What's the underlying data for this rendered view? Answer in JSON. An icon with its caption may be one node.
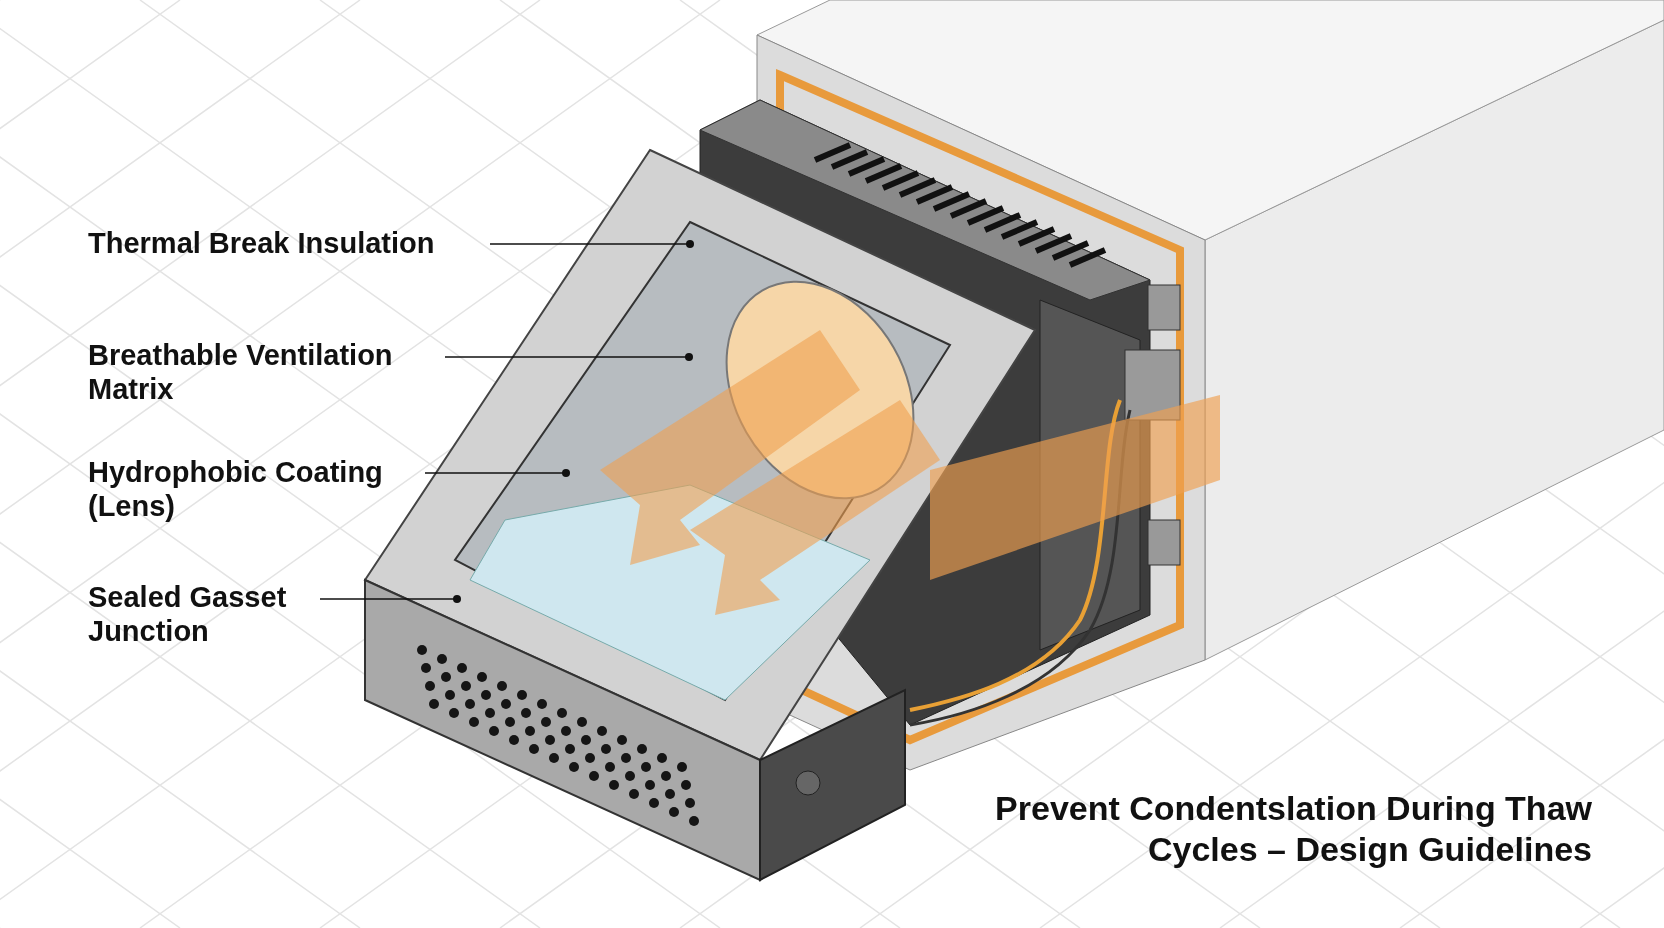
{
  "diagram": {
    "title": "Prevent Condentslation During Thaw Cycles – Design Guidelines",
    "nodes": [
      {
        "text": [
          "Thermal Break Insulation"
        ]
      },
      {
        "text": [
          "Breathable Ventilation Matrix"
        ]
      },
      {
        "text": [
          "Hydrophobic Coating (Lens)"
        ]
      },
      {
        "text": [
          "Sealed Gasset Junction"
        ]
      }
    ],
    "edges": [
      {
        "from": 0,
        "to": null,
        "arrow": "other"
      },
      {
        "from": 1,
        "to": null,
        "arrow": "other"
      },
      {
        "from": 2,
        "to": null,
        "arrow": "other"
      },
      {
        "from": 3,
        "to": null,
        "arrow": "other"
      }
    ]
  }
}
